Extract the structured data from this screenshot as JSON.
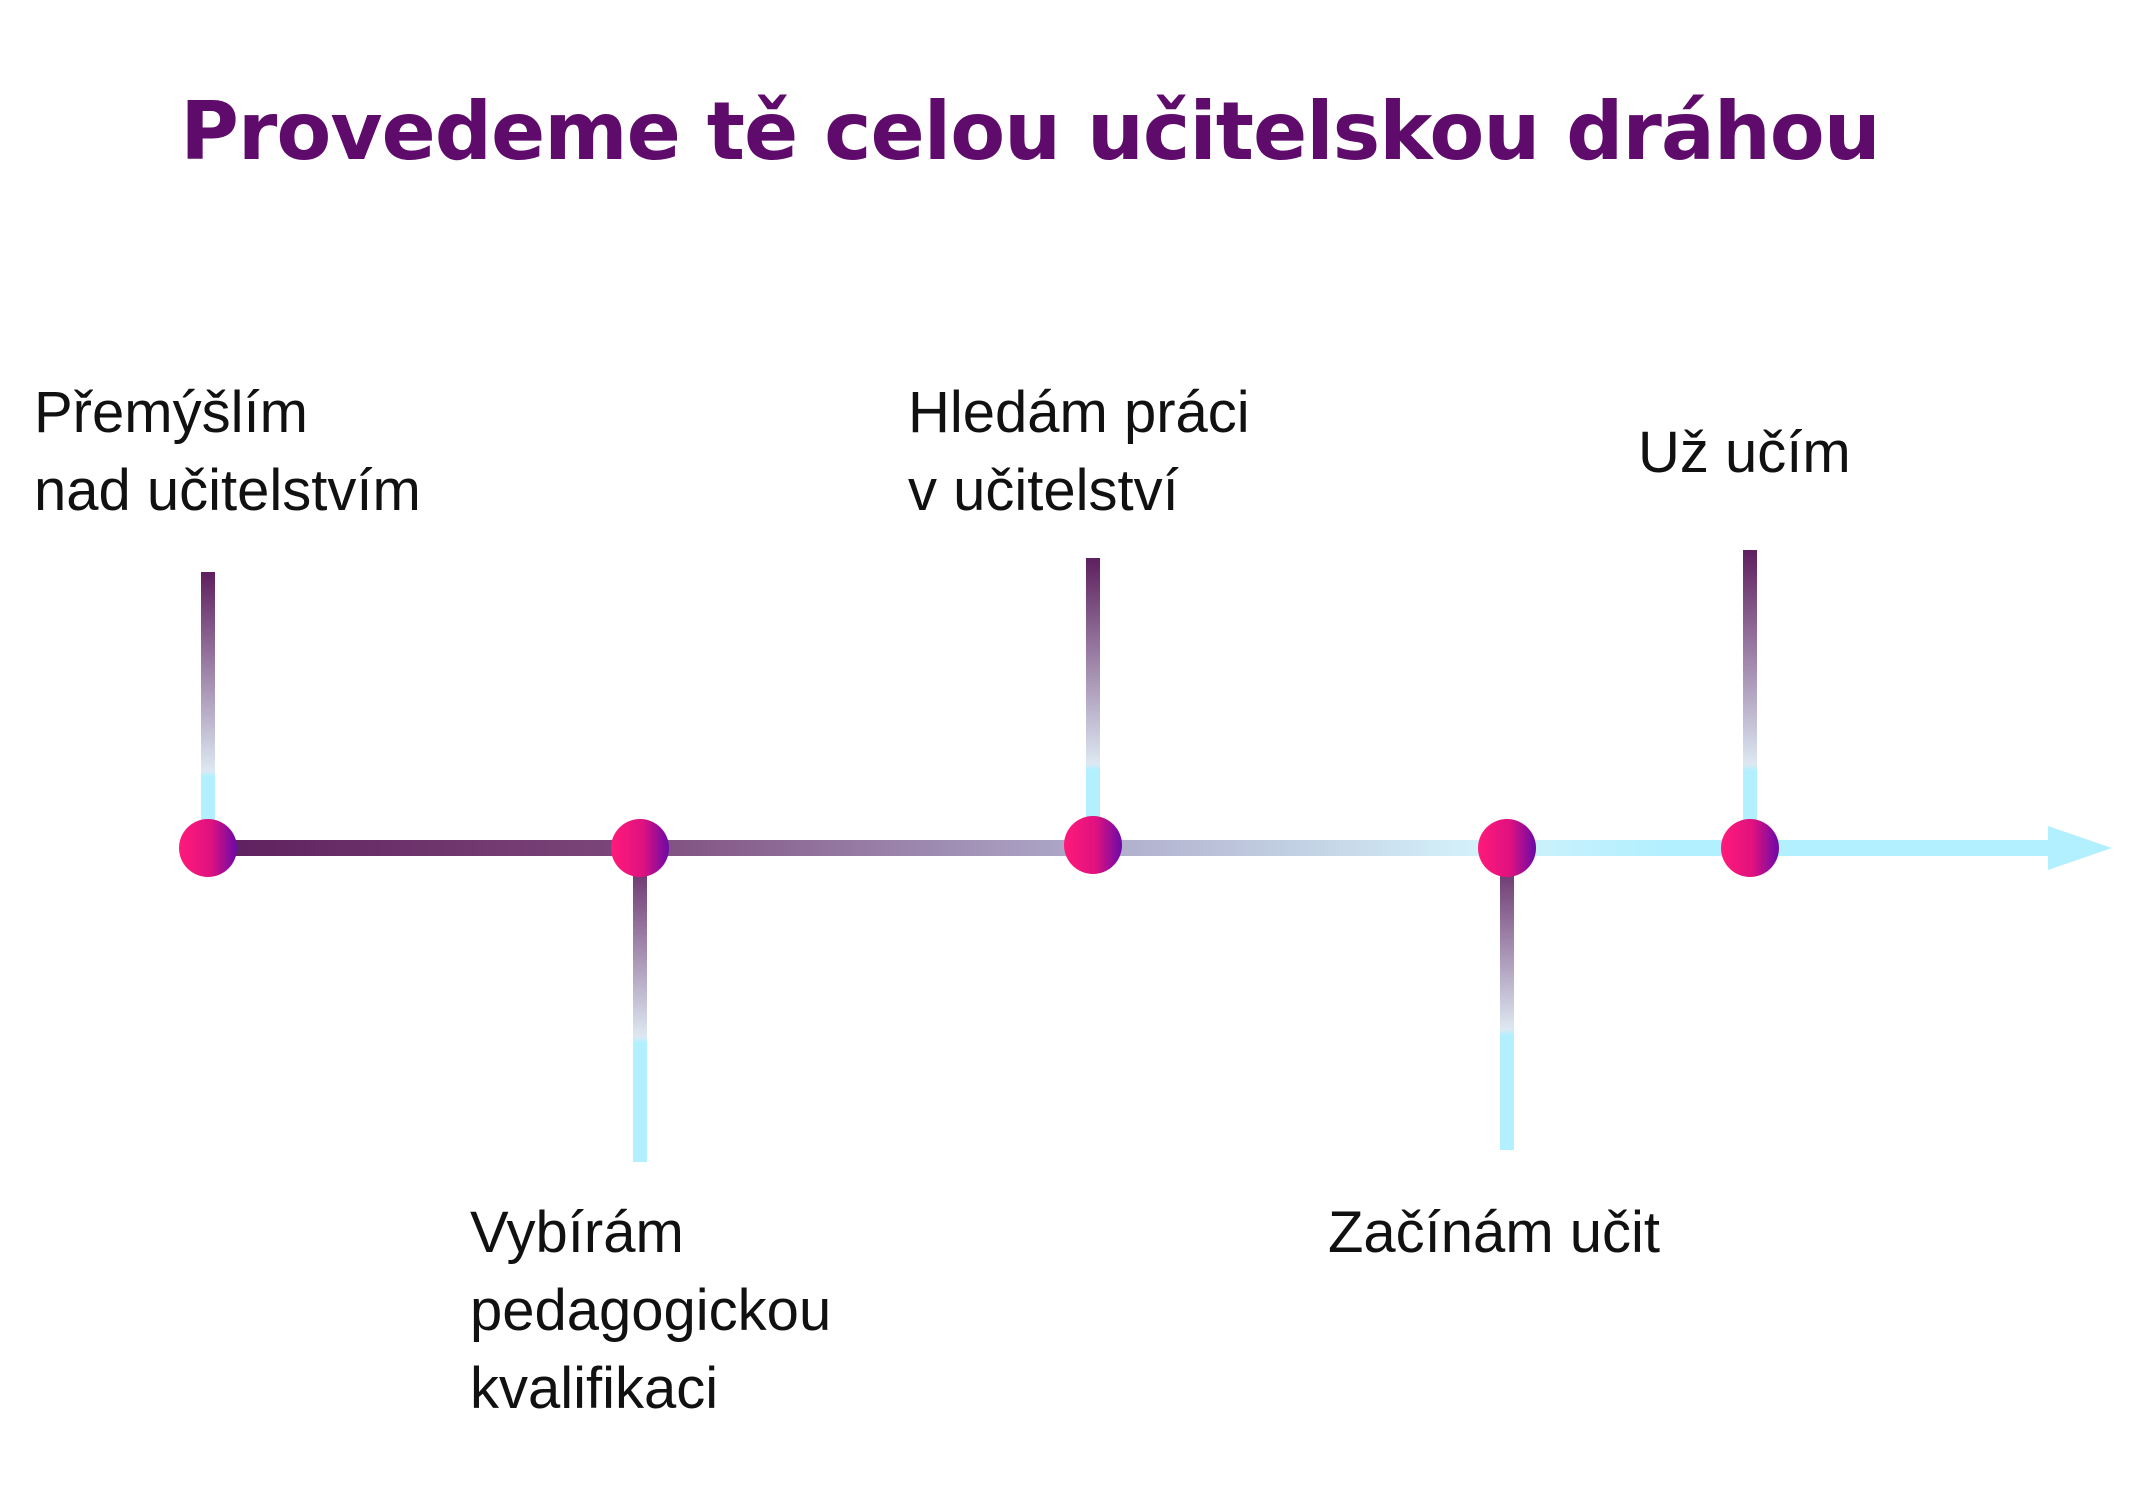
{
  "title": "Provedeme tě celou učitelskou dráhou",
  "colors": {
    "title": "#5e0b6b",
    "line_dark": "#5e1f5e",
    "line_light": "#b3f0ff",
    "dot_pink": "#ff1a7a",
    "dot_purple": "#6a0aa8"
  },
  "steps": [
    {
      "lines": [
        "Přemýšlím",
        "nad učitelstvím"
      ]
    },
    {
      "lines": [
        "Vybírám",
        "pedagogickou",
        "kvalifikaci"
      ]
    },
    {
      "lines": [
        "Hledám práci",
        "v učitelství"
      ]
    },
    {
      "lines": [
        "Začínám učit"
      ]
    },
    {
      "lines": [
        "Už učím"
      ]
    }
  ]
}
